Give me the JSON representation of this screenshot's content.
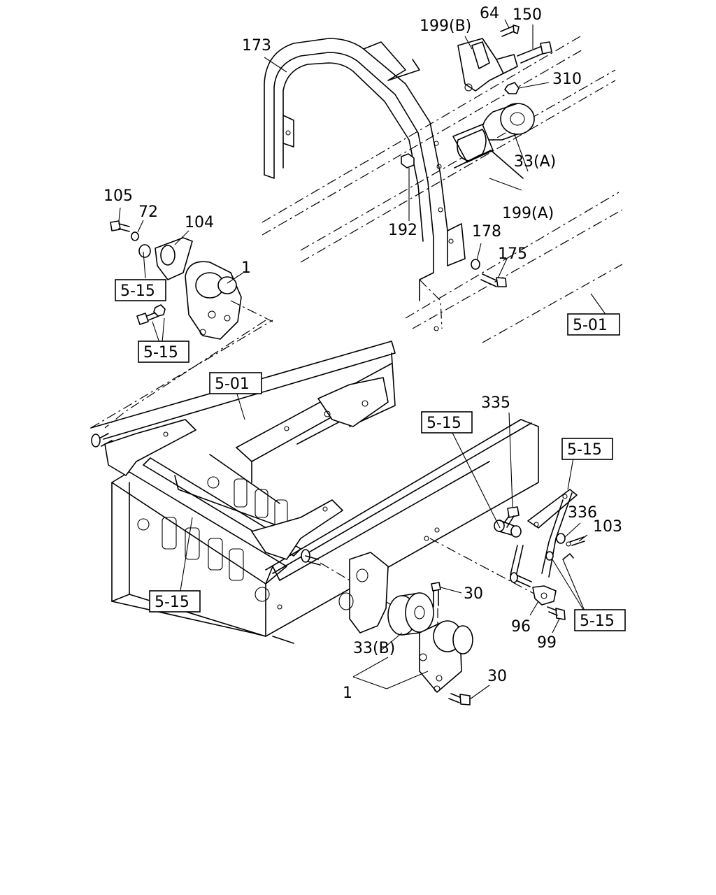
{
  "labels": {
    "p173": "173",
    "p199b": "199(B)",
    "p64": "64",
    "p150": "150",
    "p310": "310",
    "p33a": "33(A)",
    "p199a": "199(A)",
    "p192": "192",
    "p178": "178",
    "p175": "175",
    "p105": "105",
    "p72": "72",
    "p104": "104",
    "p1_top": "1",
    "p335": "335",
    "p336": "336",
    "p103": "103",
    "p30_upper": "30",
    "p96": "96",
    "p99": "99",
    "p33b": "33(B)",
    "p1_bottom": "1",
    "p30_lower": "30"
  },
  "refs": {
    "r515_a": "5-15",
    "r515_b": "5-15",
    "r501_right": "5-01",
    "r501_mid": "5-01",
    "r515_c": "5-15",
    "r515_d": "5-15",
    "r515_e": "5-15",
    "r515_f": "5-15"
  }
}
